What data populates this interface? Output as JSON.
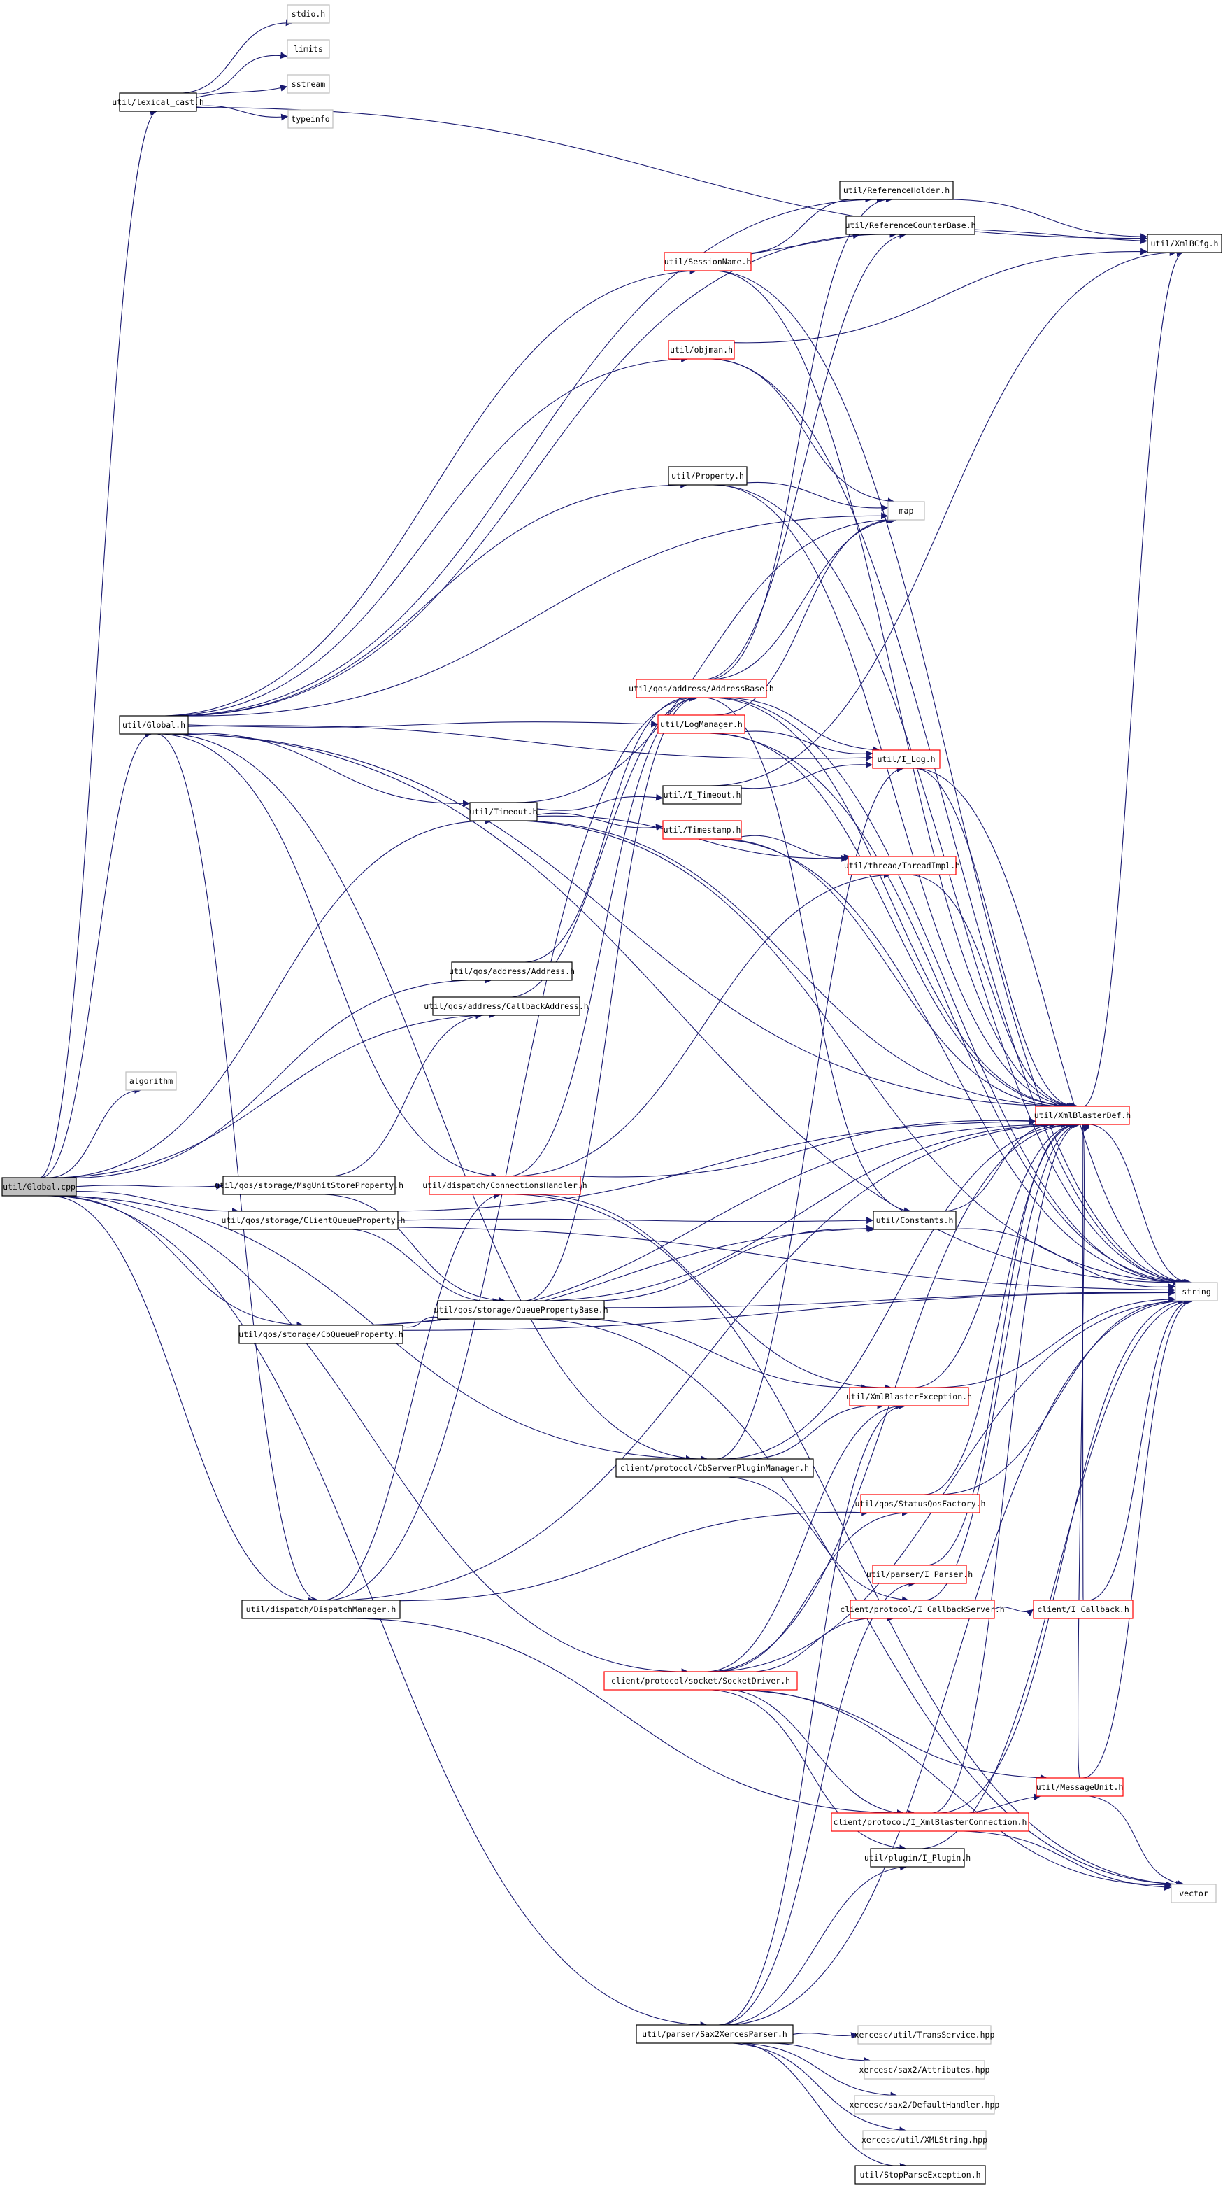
{
  "diagram": {
    "type": "include-dependency-graph",
    "colors": {
      "edge": "#191970",
      "node_border_plain": "#000000",
      "node_border_incomplete": "#ff0000",
      "node_border_external": "#bfbfbf",
      "root_fill": "#bfbfbf",
      "node_fill": "#ffffff"
    },
    "nodes": [
      {
        "id": "global_cpp",
        "label": "util/Global.cpp",
        "style": "root"
      },
      {
        "id": "lexical_cast",
        "label": "util/lexical_cast.h",
        "style": "plain"
      },
      {
        "id": "stdio",
        "label": "stdio.h",
        "style": "external"
      },
      {
        "id": "limits",
        "label": "limits",
        "style": "external"
      },
      {
        "id": "sstream",
        "label": "sstream",
        "style": "external"
      },
      {
        "id": "typeinfo",
        "label": "typeinfo",
        "style": "external"
      },
      {
        "id": "refholder",
        "label": "util/ReferenceHolder.h",
        "style": "plain"
      },
      {
        "id": "refcounter",
        "label": "util/ReferenceCounterBase.h",
        "style": "plain"
      },
      {
        "id": "xmlbcfg",
        "label": "util/XmlBCfg.h",
        "style": "plain"
      },
      {
        "id": "sessionname",
        "label": "util/SessionName.h",
        "style": "incomplete"
      },
      {
        "id": "objman",
        "label": "util/objman.h",
        "style": "incomplete"
      },
      {
        "id": "property",
        "label": "util/Property.h",
        "style": "plain"
      },
      {
        "id": "map",
        "label": "map",
        "style": "external"
      },
      {
        "id": "addressbase",
        "label": "util/qos/address/AddressBase.h",
        "style": "incomplete"
      },
      {
        "id": "global_h",
        "label": "util/Global.h",
        "style": "plain"
      },
      {
        "id": "logmanager",
        "label": "util/LogManager.h",
        "style": "incomplete"
      },
      {
        "id": "ilog",
        "label": "util/I_Log.h",
        "style": "incomplete"
      },
      {
        "id": "itimeout",
        "label": "util/I_Timeout.h",
        "style": "plain"
      },
      {
        "id": "timeout",
        "label": "util/Timeout.h",
        "style": "plain"
      },
      {
        "id": "timestamp",
        "label": "util/Timestamp.h",
        "style": "incomplete"
      },
      {
        "id": "threadimpl",
        "label": "util/thread/ThreadImpl.h",
        "style": "incomplete"
      },
      {
        "id": "address",
        "label": "util/qos/address/Address.h",
        "style": "plain"
      },
      {
        "id": "cbaddress",
        "label": "util/qos/address/CallbackAddress.h",
        "style": "plain"
      },
      {
        "id": "algorithm",
        "label": "algorithm",
        "style": "external"
      },
      {
        "id": "xmlblasterdef",
        "label": "util/XmlBlasterDef.h",
        "style": "incomplete"
      },
      {
        "id": "msgunitstore",
        "label": "util/qos/storage/MsgUnitStoreProperty.h",
        "style": "plain"
      },
      {
        "id": "connhandler",
        "label": "util/dispatch/ConnectionsHandler.h",
        "style": "incomplete"
      },
      {
        "id": "clientqueue",
        "label": "util/qos/storage/ClientQueueProperty.h",
        "style": "plain"
      },
      {
        "id": "constants",
        "label": "util/Constants.h",
        "style": "plain"
      },
      {
        "id": "string",
        "label": "string",
        "style": "external"
      },
      {
        "id": "queuebase",
        "label": "util/qos/storage/QueuePropertyBase.h",
        "style": "plain"
      },
      {
        "id": "cbqueue",
        "label": "util/qos/storage/CbQueueProperty.h",
        "style": "plain"
      },
      {
        "id": "xbexception",
        "label": "util/XmlBlasterException.h",
        "style": "incomplete"
      },
      {
        "id": "cbserverplugin",
        "label": "client/protocol/CbServerPluginManager.h",
        "style": "plain"
      },
      {
        "id": "statusqos",
        "label": "util/qos/StatusQosFactory.h",
        "style": "incomplete"
      },
      {
        "id": "iparser",
        "label": "util/parser/I_Parser.h",
        "style": "incomplete"
      },
      {
        "id": "dispatchmgr",
        "label": "util/dispatch/DispatchManager.h",
        "style": "plain"
      },
      {
        "id": "icbserver",
        "label": "client/protocol/I_CallbackServer.h",
        "style": "incomplete"
      },
      {
        "id": "icallback",
        "label": "client/I_Callback.h",
        "style": "incomplete"
      },
      {
        "id": "socketdriver",
        "label": "client/protocol/socket/SocketDriver.h",
        "style": "incomplete"
      },
      {
        "id": "messageunit",
        "label": "util/MessageUnit.h",
        "style": "incomplete"
      },
      {
        "id": "ixbconn",
        "label": "client/protocol/I_XmlBlasterConnection.h",
        "style": "incomplete"
      },
      {
        "id": "iplugin",
        "label": "util/plugin/I_Plugin.h",
        "style": "plain"
      },
      {
        "id": "vector",
        "label": "vector",
        "style": "external"
      },
      {
        "id": "sax2parser",
        "label": "util/parser/Sax2XercesParser.h",
        "style": "plain"
      },
      {
        "id": "transservice",
        "label": "xercesc/util/TransService.hpp",
        "style": "external"
      },
      {
        "id": "attributes",
        "label": "xercesc/sax2/Attributes.hpp",
        "style": "external"
      },
      {
        "id": "defaulthandler",
        "label": "xercesc/sax2/DefaultHandler.hpp",
        "style": "external"
      },
      {
        "id": "xmlstring",
        "label": "xercesc/util/XMLString.hpp",
        "style": "external"
      },
      {
        "id": "stopparse",
        "label": "util/StopParseException.h",
        "style": "plain"
      }
    ],
    "edges": [
      [
        "global_cpp",
        "lexical_cast"
      ],
      [
        "global_cpp",
        "global_h"
      ],
      [
        "global_cpp",
        "algorithm"
      ],
      [
        "global_cpp",
        "timeout"
      ],
      [
        "global_cpp",
        "address"
      ],
      [
        "global_cpp",
        "cbaddress"
      ],
      [
        "global_cpp",
        "msgunitstore"
      ],
      [
        "global_cpp",
        "clientqueue"
      ],
      [
        "global_cpp",
        "cbqueue"
      ],
      [
        "global_cpp",
        "cbserverplugin"
      ],
      [
        "global_cpp",
        "dispatchmgr"
      ],
      [
        "global_cpp",
        "socketdriver"
      ],
      [
        "global_cpp",
        "sax2parser"
      ],
      [
        "lexical_cast",
        "stdio"
      ],
      [
        "lexical_cast",
        "limits"
      ],
      [
        "lexical_cast",
        "sstream"
      ],
      [
        "lexical_cast",
        "typeinfo"
      ],
      [
        "lexical_cast",
        "xmlbcfg"
      ],
      [
        "global_h",
        "refholder"
      ],
      [
        "global_h",
        "refcounter"
      ],
      [
        "global_h",
        "sessionname"
      ],
      [
        "global_h",
        "objman"
      ],
      [
        "global_h",
        "property"
      ],
      [
        "global_h",
        "map"
      ],
      [
        "global_h",
        "logmanager"
      ],
      [
        "global_h",
        "ilog"
      ],
      [
        "global_h",
        "timeout"
      ],
      [
        "global_h",
        "string"
      ],
      [
        "global_h",
        "xmlblasterdef"
      ],
      [
        "global_h",
        "connhandler"
      ],
      [
        "global_h",
        "cbserverplugin"
      ],
      [
        "global_h",
        "dispatchmgr"
      ],
      [
        "refholder",
        "xmlbcfg"
      ],
      [
        "refcounter",
        "xmlbcfg"
      ],
      [
        "sessionname",
        "refholder"
      ],
      [
        "sessionname",
        "refcounter"
      ],
      [
        "sessionname",
        "xmlblasterdef"
      ],
      [
        "sessionname",
        "string"
      ],
      [
        "objman",
        "xmlbcfg"
      ],
      [
        "objman",
        "map"
      ],
      [
        "objman",
        "string"
      ],
      [
        "property",
        "map"
      ],
      [
        "property",
        "xmlblasterdef"
      ],
      [
        "property",
        "string"
      ],
      [
        "addressbase",
        "refholder"
      ],
      [
        "addressbase",
        "refcounter"
      ],
      [
        "addressbase",
        "map"
      ],
      [
        "addressbase",
        "xmlblasterdef"
      ],
      [
        "addressbase",
        "ilog"
      ],
      [
        "addressbase",
        "constants"
      ],
      [
        "addressbase",
        "string"
      ],
      [
        "logmanager",
        "ilog"
      ],
      [
        "logmanager",
        "xmlblasterdef"
      ],
      [
        "logmanager",
        "map"
      ],
      [
        "logmanager",
        "string"
      ],
      [
        "ilog",
        "xmlblasterdef"
      ],
      [
        "ilog",
        "string"
      ],
      [
        "itimeout",
        "xmlbcfg"
      ],
      [
        "itimeout",
        "ilog"
      ],
      [
        "timeout",
        "itimeout"
      ],
      [
        "timeout",
        "timestamp"
      ],
      [
        "timeout",
        "threadimpl"
      ],
      [
        "timeout",
        "map"
      ],
      [
        "timeout",
        "xmlblasterdef"
      ],
      [
        "timeout",
        "string"
      ],
      [
        "timestamp",
        "threadimpl"
      ],
      [
        "timestamp",
        "xmlblasterdef"
      ],
      [
        "timestamp",
        "string"
      ],
      [
        "threadimpl",
        "xmlblasterdef"
      ],
      [
        "address",
        "addressbase"
      ],
      [
        "cbaddress",
        "addressbase"
      ],
      [
        "xmlblasterdef",
        "xmlbcfg"
      ],
      [
        "xmlblasterdef",
        "string"
      ],
      [
        "msgunitstore",
        "queuebase"
      ],
      [
        "msgunitstore",
        "cbaddress"
      ],
      [
        "clientqueue",
        "queuebase"
      ],
      [
        "clientqueue",
        "constants"
      ],
      [
        "clientqueue",
        "xmlblasterdef"
      ],
      [
        "clientqueue",
        "string"
      ],
      [
        "cbqueue",
        "queuebase"
      ],
      [
        "cbqueue",
        "constants"
      ],
      [
        "cbqueue",
        "xmlblasterdef"
      ],
      [
        "cbqueue",
        "string"
      ],
      [
        "queuebase",
        "addressbase"
      ],
      [
        "queuebase",
        "constants"
      ],
      [
        "queuebase",
        "xmlblasterdef"
      ],
      [
        "queuebase",
        "xbexception"
      ],
      [
        "queuebase",
        "string"
      ],
      [
        "queuebase",
        "vector"
      ],
      [
        "connhandler",
        "xmlblasterdef"
      ],
      [
        "connhandler",
        "threadimpl"
      ],
      [
        "connhandler",
        "xbexception"
      ],
      [
        "connhandler",
        "addressbase"
      ],
      [
        "connhandler",
        "vector"
      ],
      [
        "constants",
        "xmlblasterdef"
      ],
      [
        "constants",
        "string"
      ],
      [
        "xbexception",
        "xmlblasterdef"
      ],
      [
        "xbexception",
        "string"
      ],
      [
        "cbserverplugin",
        "xbexception"
      ],
      [
        "cbserverplugin",
        "icbserver"
      ],
      [
        "cbserverplugin",
        "ilog"
      ],
      [
        "cbserverplugin",
        "xmlblasterdef"
      ],
      [
        "statusqos",
        "xmlblasterdef"
      ],
      [
        "statusqos",
        "string"
      ],
      [
        "iparser",
        "xmlblasterdef"
      ],
      [
        "dispatchmgr",
        "connhandler"
      ],
      [
        "dispatchmgr",
        "xmlblasterdef"
      ],
      [
        "dispatchmgr",
        "ixbconn"
      ],
      [
        "dispatchmgr",
        "addressbase"
      ],
      [
        "dispatchmgr",
        "statusqos"
      ],
      [
        "icbserver",
        "icallback"
      ],
      [
        "icbserver",
        "xmlblasterdef"
      ],
      [
        "icallback",
        "xmlblasterdef"
      ],
      [
        "icallback",
        "string"
      ],
      [
        "socketdriver",
        "icbserver"
      ],
      [
        "socketdriver",
        "ixbconn"
      ],
      [
        "socketdriver",
        "xbexception"
      ],
      [
        "socketdriver",
        "statusqos"
      ],
      [
        "socketdriver",
        "messageunit"
      ],
      [
        "socketdriver",
        "iplugin"
      ],
      [
        "socketdriver",
        "vector"
      ],
      [
        "socketdriver",
        "string"
      ],
      [
        "socketdriver",
        "xmlblasterdef"
      ],
      [
        "messageunit",
        "string"
      ],
      [
        "messageunit",
        "vector"
      ],
      [
        "messageunit",
        "xmlblasterdef"
      ],
      [
        "ixbconn",
        "messageunit"
      ],
      [
        "ixbconn",
        "xmlblasterdef"
      ],
      [
        "ixbconn",
        "vector"
      ],
      [
        "ixbconn",
        "string"
      ],
      [
        "iplugin",
        "string"
      ],
      [
        "sax2parser",
        "transservice"
      ],
      [
        "sax2parser",
        "attributes"
      ],
      [
        "sax2parser",
        "defaulthandler"
      ],
      [
        "sax2parser",
        "xmlstring"
      ],
      [
        "sax2parser",
        "stopparse"
      ],
      [
        "sax2parser",
        "iplugin"
      ],
      [
        "sax2parser",
        "iparser"
      ],
      [
        "sax2parser",
        "xbexception"
      ],
      [
        "sax2parser",
        "string"
      ]
    ]
  }
}
